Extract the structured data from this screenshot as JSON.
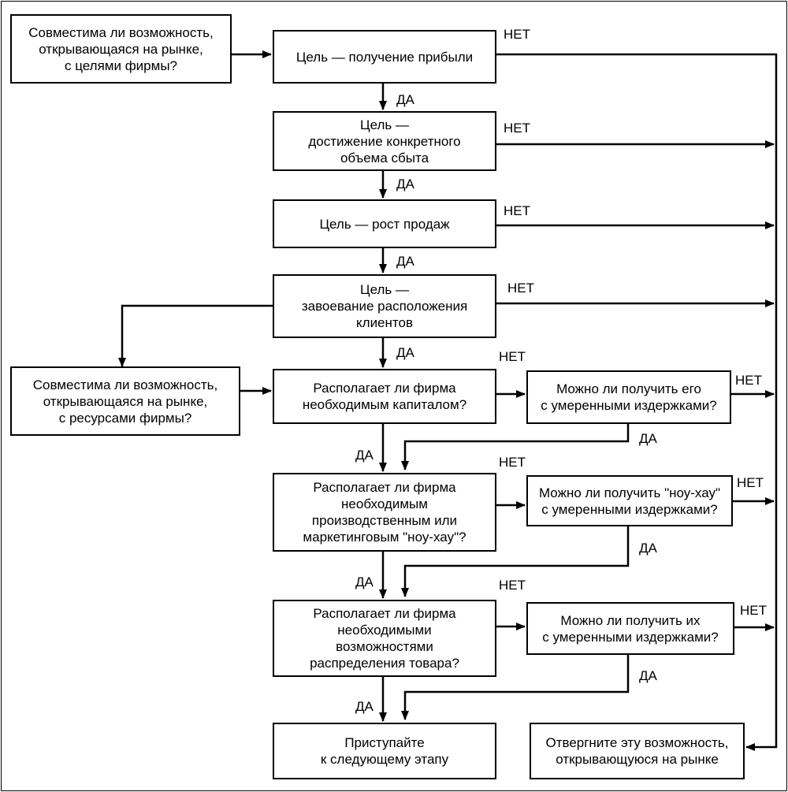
{
  "labels": {
    "yes": "ДА",
    "no": "НЕТ"
  },
  "nodes": {
    "start": "Совместима ли возможность,\nоткрывающаяся на рынке,\nс целями фирмы?",
    "profit": "Цель — получение прибыли",
    "volume": "Цель —\nдостижение конкретного\nобъема сбыта",
    "growth": "Цель — рост продаж",
    "goodwill": "Цель —\nзавоевание расположения\nклиентов",
    "resources": "Совместима ли возможность,\nоткрывающаяся на рынке,\nс ресурсами фирмы?",
    "capital": "Располагает ли фирма\nнеобходимым капиталом?",
    "capital_get": "Можно ли получить его\nс умеренными издержками?",
    "knowhow": "Располагает ли фирма\nнеобходимым\nпроизводственным или\nмаркетинговым \"ноу-хау\"?",
    "knowhow_get": "Можно ли получить \"ноу-хау\"\nс умеренными издержками?",
    "distribution": "Располагает ли фирма\nнеобходимыми\nвозможностями\nраспределения товара?",
    "distribution_get": "Можно ли получить их\nс умеренными издержками?",
    "proceed": "Приступайте\nк следующему этапу",
    "reject": "Отвергните эту возможность,\nоткрывающуюся на рынке"
  }
}
